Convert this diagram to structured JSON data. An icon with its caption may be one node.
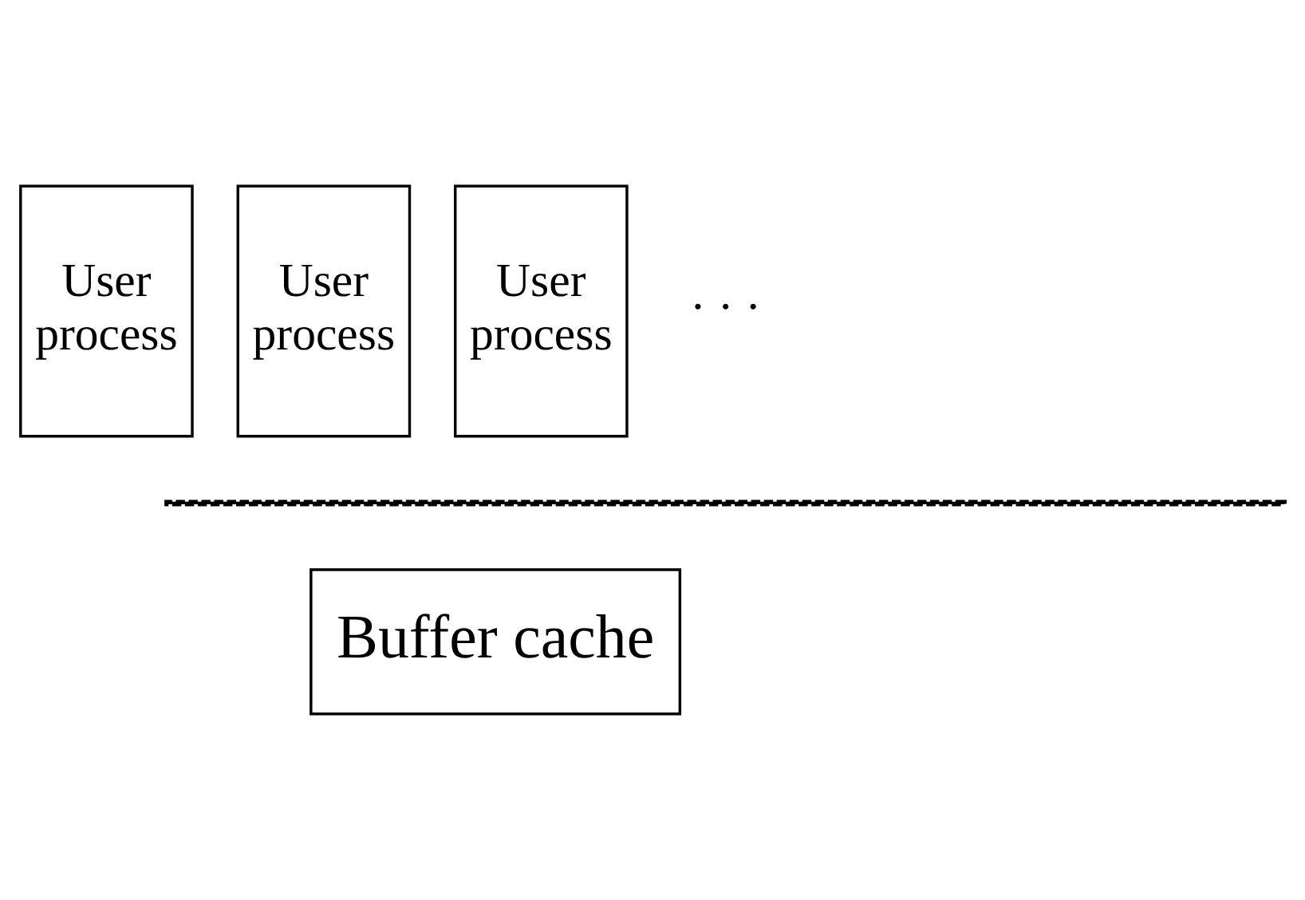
{
  "diagram": {
    "nodes": [
      {
        "text": [
          "User process"
        ]
      },
      {
        "text": [
          "User process"
        ]
      },
      {
        "text": [
          "User process"
        ]
      },
      {
        "text": [
          "Buffer cache"
        ]
      }
    ],
    "labels": [
      "· · ·"
    ]
  }
}
